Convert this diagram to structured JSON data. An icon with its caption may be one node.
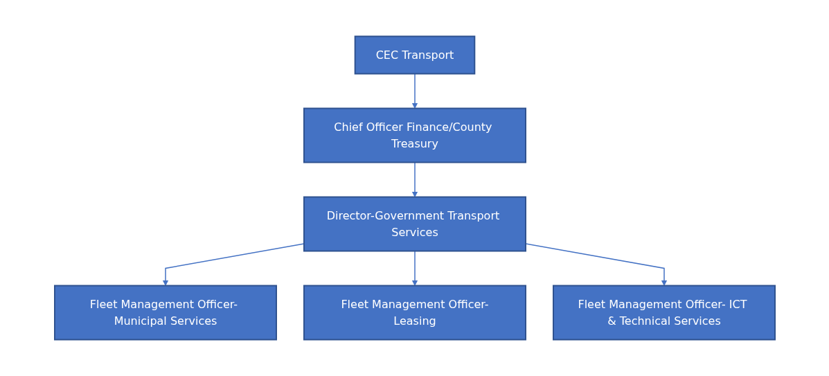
{
  "diagram": {
    "nodes": [
      {
        "text": [
          "CEC Transport"
        ]
      },
      {
        "text": [
          "Chief Officer Finance/County Treasury"
        ]
      },
      {
        "text": [
          "Director-Government Transport Services"
        ]
      },
      {
        "text": [
          "Fleet Management Officer- Municipal Services"
        ]
      },
      {
        "text": [
          "Fleet Management Officer-Leasing"
        ]
      },
      {
        "text": [
          "Fleet Management Officer- ICT & Technical Services"
        ]
      }
    ],
    "edges": [
      {
        "from": 0,
        "to": 1,
        "arrow": "to"
      },
      {
        "from": 1,
        "to": 2,
        "arrow": "to"
      },
      {
        "from": 2,
        "to": 3,
        "arrow": "to"
      },
      {
        "from": 2,
        "to": 4,
        "arrow": "to"
      },
      {
        "from": 2,
        "to": 5,
        "arrow": "to"
      }
    ]
  }
}
